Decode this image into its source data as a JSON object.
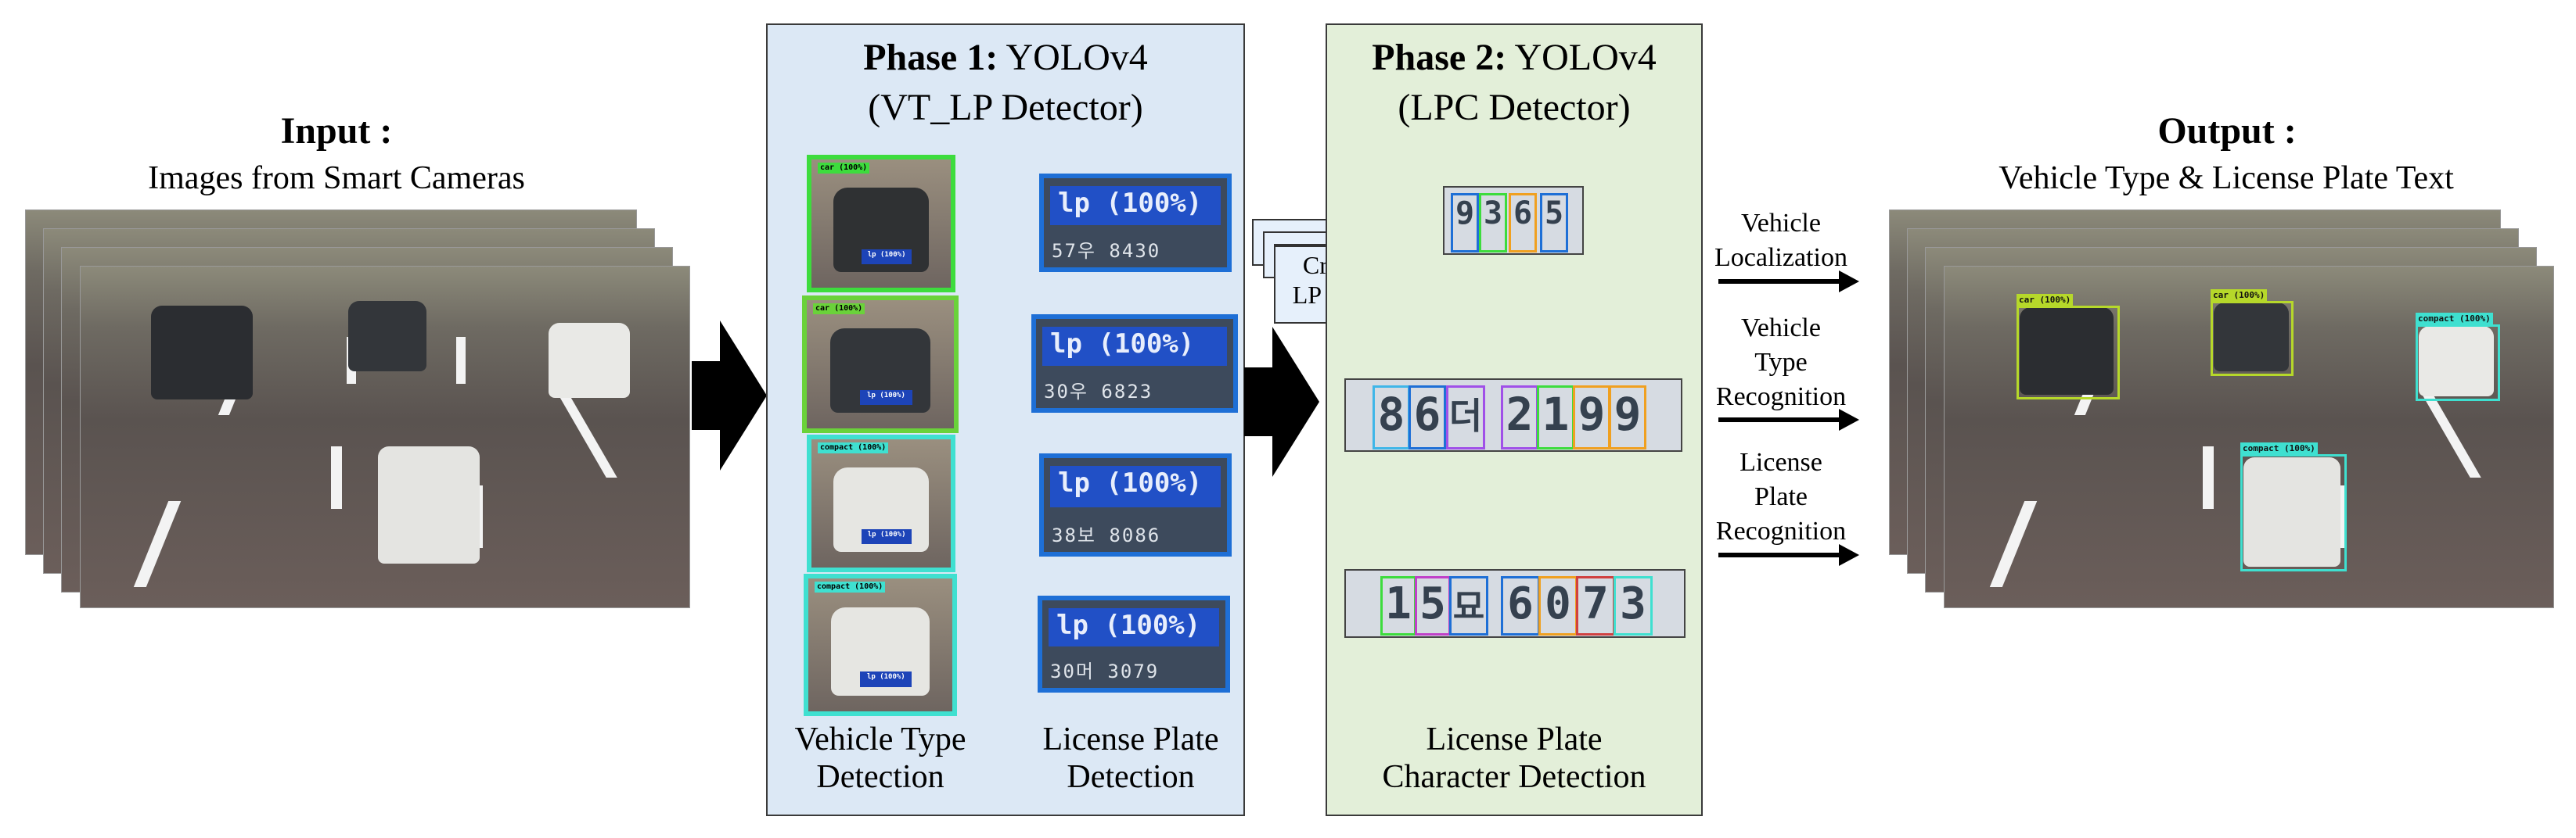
{
  "input": {
    "title_bold": "Input :",
    "subtitle": "Images from Smart Cameras"
  },
  "phase1": {
    "title_bold": "Phase 1:",
    "title_rest": "YOLOv4",
    "subtitle": "(VT_LP Detector)",
    "vehicle_thumbs": [
      {
        "tag": "car (100%)",
        "lp": "lp (100%)",
        "color": "#3ddc3d"
      },
      {
        "tag": "car (100%)",
        "lp": "lp (100%)",
        "color": "#6ad23a"
      },
      {
        "tag": "compact (100%)",
        "lp": "lp (100%)",
        "color": "#3fe0d0"
      },
      {
        "tag": "compact (100%)",
        "lp": "lp (100%)",
        "color": "#3fe0d0"
      }
    ],
    "plates": [
      {
        "label": "lp (100%)",
        "number": "57우 8430"
      },
      {
        "label": "lp (100%)",
        "number": "30우 6823"
      },
      {
        "label": "lp (100%)",
        "number": "38보 8086"
      },
      {
        "label": "lp (100%)",
        "number": "30머 3079"
      }
    ],
    "label_left_1": "Vehicle Type",
    "label_left_2": "Detection",
    "label_right_1": "License Plate",
    "label_right_2": "Detection"
  },
  "cropped": {
    "line1": "Cropped",
    "line2": "LP Images"
  },
  "phase2": {
    "title_bold": "Phase 2:",
    "title_rest": "YOLOv4",
    "subtitle": "(LPC Detector)",
    "strip_small": [
      "9",
      "3",
      "6",
      "5"
    ],
    "strip_mid": [
      "8",
      "6",
      "더",
      "2",
      "1",
      "9",
      "9"
    ],
    "strip_low": [
      "1",
      "5",
      "묘",
      "6",
      "0",
      "7",
      "3"
    ],
    "label_1": "License Plate",
    "label_2": "Character Detection"
  },
  "steps": {
    "s1_l1": "Vehicle",
    "s1_l2": "Localization",
    "s2_l1": "Vehicle",
    "s2_l2": "Type",
    "s2_l3": "Recognition",
    "s3_l1": "License",
    "s3_l2": "Plate",
    "s3_l3": "Recognition"
  },
  "output": {
    "title_bold": "Output :",
    "subtitle": "Vehicle Type & License Plate Text",
    "boxes": [
      {
        "tag": "car (100%)",
        "color": "#b6d82a"
      },
      {
        "tag": "car (100%)",
        "color": "#b6d82a"
      },
      {
        "tag": "compact (100%)",
        "color": "#3fe0d0"
      },
      {
        "tag": "compact (100%)",
        "color": "#3fe0d0"
      }
    ]
  },
  "colors": {
    "phase1_bg": "#dce8f5",
    "phase2_bg": "#e3efd9",
    "plate_border": "#1e6fd6"
  }
}
